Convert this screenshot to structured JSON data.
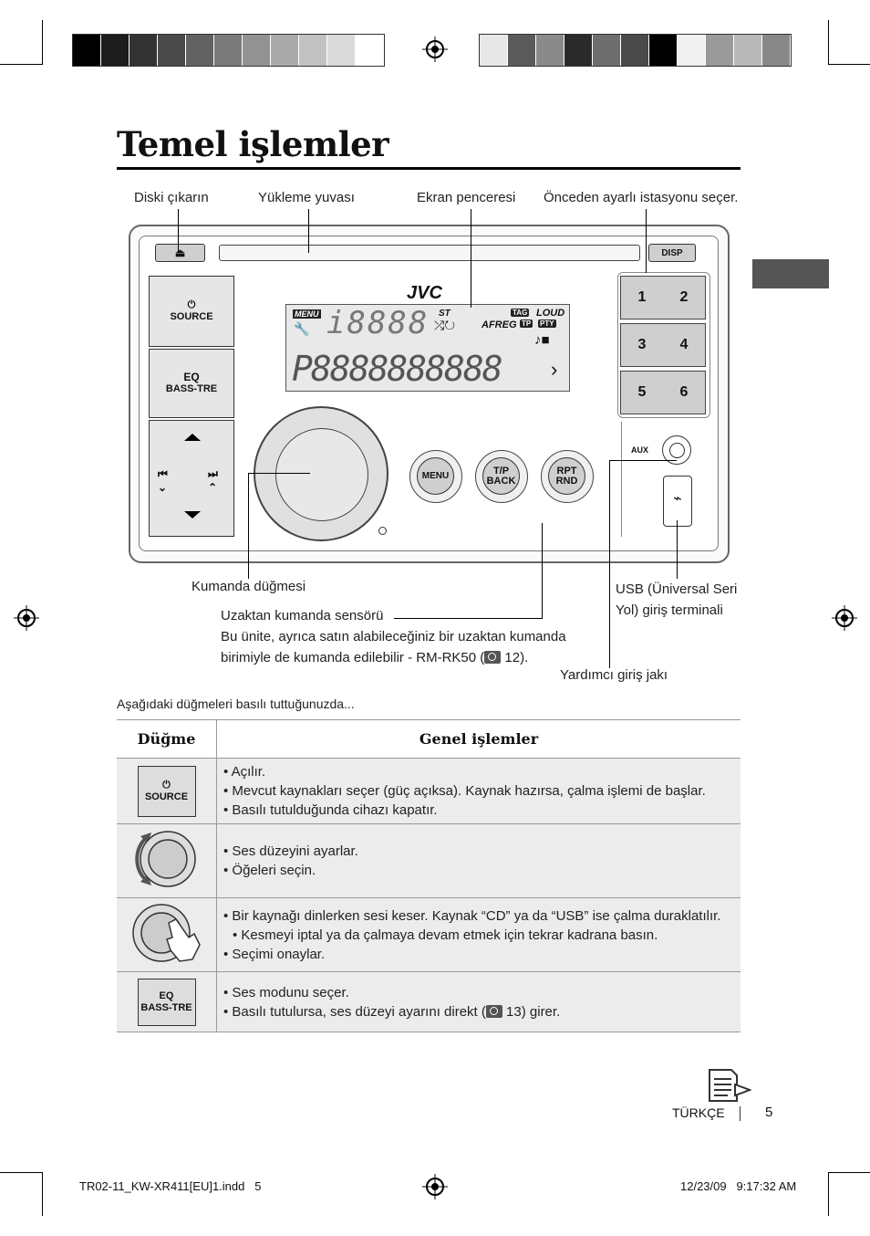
{
  "title": "Temel işlemler",
  "labels": {
    "eject": "Diski çıkarın",
    "slot": "Yükleme yuvası",
    "display_window": "Ekran penceresi",
    "preset": "Önceden ayarlı istasyonu seçer.",
    "control_dial": "Kumanda düğmesi",
    "remote_sensor": "Uzaktan kumanda sensörü",
    "remote_note_1": "Bu ünite, ayrıca satın alabileceğiniz bir uzaktan kumanda",
    "remote_note_2a": "birimiyle de kumanda edilebilir - RM-RK50 (",
    "remote_note_2b": " 12).",
    "usb_1": "USB (Üniversal Seri",
    "usb_2": "Yol) giriş terminali",
    "aux": "Yardımcı giriş jakı"
  },
  "device": {
    "disp": "DISP",
    "source_line1": "⏻",
    "source_line2": "SOURCE",
    "eq_line1": "EQ",
    "eq_line2": "BASS-TRE",
    "presets": [
      "1",
      "2",
      "3",
      "4",
      "5",
      "6"
    ],
    "brand": "JVC",
    "menu_btn": "MENU",
    "tp_back_1": "T/P",
    "tp_back_2": "BACK",
    "rpt_rnd_1": "RPT",
    "rpt_rnd_2": "RND",
    "aux_label": "AUX",
    "lcd_menu": "MENU",
    "lcd_st": "ST",
    "lcd_tag": "TAG",
    "lcd_loud": "LOUD",
    "lcd_afreg": "AFREG",
    "lcd_tp": "TP",
    "lcd_pty": "PTY",
    "lcd_top_segments": "i8888",
    "lcd_main_segments": "P8888888888"
  },
  "intro": "Aşağıdaki düğmeleri basılı tuttuğunuzda...",
  "table": {
    "col1": "Düğme",
    "col2": "Genel işlemler",
    "rows": [
      {
        "icon": "source-button-icon",
        "key1": "⏻",
        "key2": "SOURCE",
        "items": [
          "Açılır.",
          "Mevcut kaynakları seçer (güç açıksa). Kaynak hazırsa, çalma işlemi de başlar.",
          "Basılı tutulduğunda cihazı kapatır."
        ]
      },
      {
        "icon": "rotate-dial-icon",
        "items": [
          "Ses düzeyini ayarlar.",
          "Öğeleri seçin."
        ]
      },
      {
        "icon": "press-dial-icon",
        "items": [
          "Bir kaynağı dinlerken sesi keser. Kaynak “CD” ya da “USB” ise çalma duraklatılır.",
          "Kesmeyi iptal ya da çalmaya devam etmek için tekrar kadrana basın.",
          "Seçimi onaylar."
        ]
      },
      {
        "icon": "eq-button-icon",
        "key1": "EQ",
        "key2": "BASS-TRE",
        "items": [
          "Ses modunu seçer.",
          "Basılı tutulursa, ses düzeyi ayarını direkt (",
          " 13) girer."
        ]
      }
    ]
  },
  "footer": {
    "language": "TÜRKÇE",
    "page": "5",
    "file": "TR02-11_KW-XR411[EU]1.indd   5",
    "date": "12/23/09   9:17:32 AM"
  }
}
